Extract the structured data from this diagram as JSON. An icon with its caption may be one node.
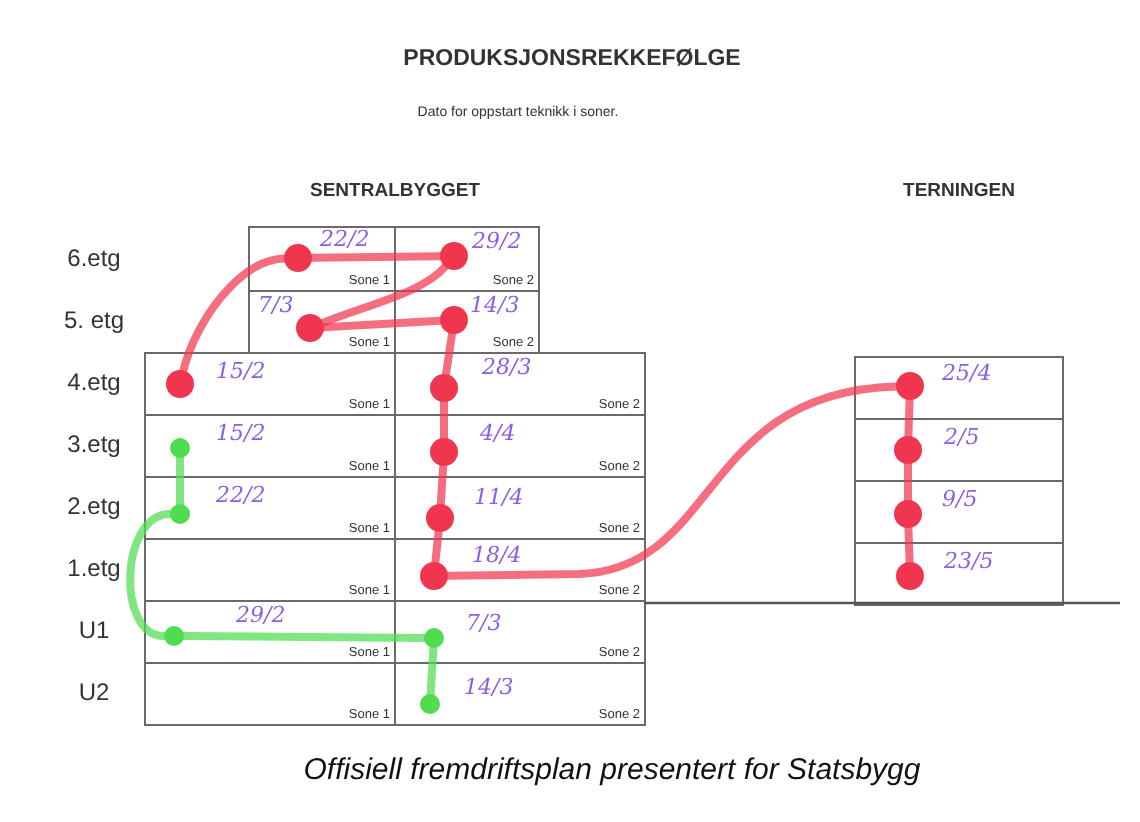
{
  "diagram": {
    "title": "PRODUKSJONSREKKEFØLGE",
    "caption": "Offisiell fremdriftsplan presentert for Statsbygg",
    "nodes": [
      {
        "text": [
          "SENTRALBYGGET"
        ]
      },
      {
        "text": [
          "22/2",
          "Sone 1"
        ],
        "in": 0
      },
      {
        "text": [],
        "shape": "circle",
        "in": 1
      },
      {
        "text": [
          "29/2",
          "Sone 2"
        ],
        "in": 0
      },
      {
        "text": [],
        "shape": "circle",
        "in": 3
      },
      {
        "text": [
          "7/3",
          "Sone 1"
        ],
        "in": 0
      },
      {
        "text": [],
        "shape": "circle",
        "in": 5
      },
      {
        "text": [
          "14/3",
          "Sone 2"
        ],
        "in": 0
      },
      {
        "text": [],
        "shape": "circle",
        "in": 7
      },
      {
        "text": [
          "15/2",
          "Sone 1"
        ],
        "in": 0
      },
      {
        "text": [],
        "shape": "circle",
        "in": 9
      },
      {
        "text": [
          "28/3",
          "Sone 2"
        ],
        "in": 0
      },
      {
        "text": [],
        "shape": "circle",
        "in": 11
      },
      {
        "text": [
          "15/2",
          "Sone 1"
        ],
        "in": 0
      },
      {
        "text": [],
        "shape": "circle",
        "in": 13
      },
      {
        "text": [
          "4/4",
          "Sone 2"
        ],
        "in": 0
      },
      {
        "text": [],
        "shape": "circle",
        "in": 15
      },
      {
        "text": [
          "22/2",
          "Sone 1"
        ],
        "in": 0
      },
      {
        "text": [],
        "shape": "circle",
        "in": 17
      },
      {
        "text": [
          "11/4",
          "Sone 2"
        ],
        "in": 0
      },
      {
        "text": [],
        "shape": "circle",
        "in": 19
      },
      {
        "text": [
          "Sone 1"
        ],
        "in": 0
      },
      {
        "text": [
          "18/4",
          "Sone 2"
        ],
        "in": 0
      },
      {
        "text": [],
        "shape": "circle",
        "in": 22
      },
      {
        "text": [
          "29/2",
          "Sone 1"
        ],
        "in": 0
      },
      {
        "text": [],
        "shape": "circle",
        "in": 24
      },
      {
        "text": [
          "7/3",
          "Sone 2"
        ],
        "in": 0
      },
      {
        "text": [],
        "shape": "circle",
        "in": 26
      },
      {
        "text": [
          "Sone 1"
        ],
        "in": 0
      },
      {
        "text": [
          "14/3",
          "Sone 2"
        ],
        "in": 0
      },
      {
        "text": [],
        "shape": "circle",
        "in": 29
      },
      {
        "text": [
          "TERNINGEN"
        ]
      },
      {
        "text": [
          "25/4"
        ],
        "in": 31
      },
      {
        "text": [],
        "shape": "circle",
        "in": 32
      },
      {
        "text": [
          "2/5"
        ],
        "in": 31
      },
      {
        "text": [],
        "shape": "circle",
        "in": 34
      },
      {
        "text": [
          "9/5"
        ],
        "in": 31
      },
      {
        "text": [],
        "shape": "circle",
        "in": 36
      },
      {
        "text": [
          "23/5"
        ],
        "in": 31
      },
      {
        "text": [],
        "shape": "circle",
        "in": 38
      }
    ],
    "edges": [
      {
        "from": 10,
        "to": 2,
        "arrow": "none"
      },
      {
        "from": 2,
        "to": 4,
        "arrow": "none"
      },
      {
        "from": 4,
        "to": 6,
        "arrow": "none"
      },
      {
        "from": 6,
        "to": 8,
        "arrow": "none"
      },
      {
        "from": 8,
        "to": 12,
        "arrow": "none"
      },
      {
        "from": 12,
        "to": 16,
        "arrow": "none"
      },
      {
        "from": 16,
        "to": 20,
        "arrow": "none"
      },
      {
        "from": 20,
        "to": 23,
        "arrow": "none"
      },
      {
        "from": 23,
        "to": 33,
        "arrow": "none"
      },
      {
        "from": 33,
        "to": 35,
        "arrow": "none"
      },
      {
        "from": 35,
        "to": 37,
        "arrow": "none"
      },
      {
        "from": 37,
        "to": 39,
        "arrow": "none"
      },
      {
        "from": 14,
        "to": 18,
        "arrow": "none",
        "color": "#4fdc4f"
      },
      {
        "from": 18,
        "to": 25,
        "arrow": "none",
        "color": "#4fdc4f"
      },
      {
        "from": 25,
        "to": 27,
        "arrow": "none",
        "color": "#4fdc4f"
      },
      {
        "from": 27,
        "to": 30,
        "arrow": "none",
        "color": "#4fdc4f"
      }
    ],
    "labels": [
      "Dato for oppstart teknikk i soner.",
      "6.etg",
      "5. etg",
      "4.etg",
      "3.etg",
      "2.etg",
      "1.etg",
      "U1",
      "U2"
    ]
  }
}
